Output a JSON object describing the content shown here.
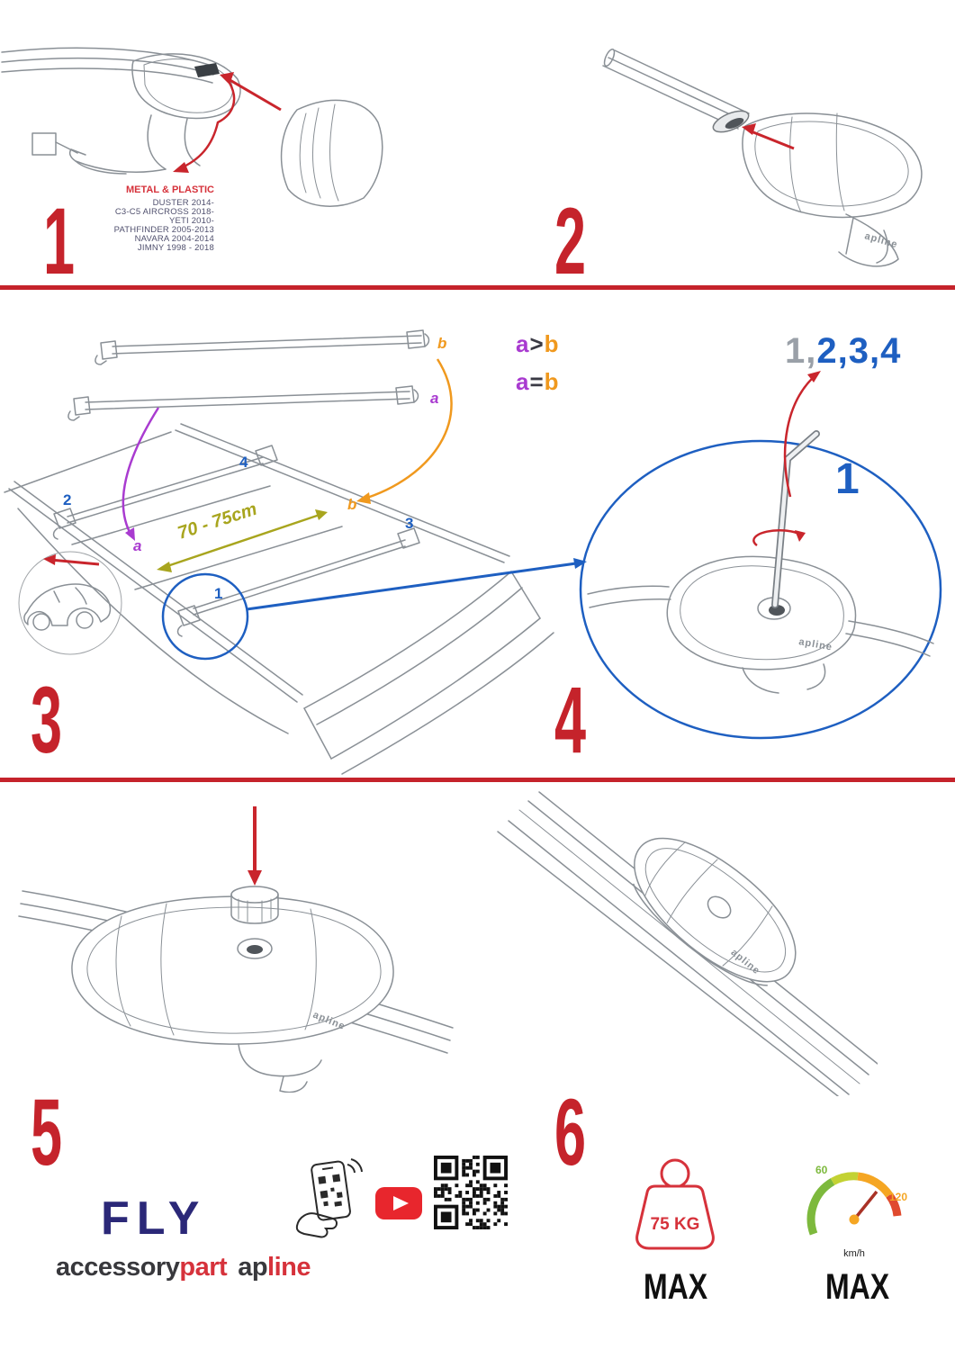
{
  "colors": {
    "accent_red": "#c5232b",
    "blue": "#1e5fc1",
    "purple": "#a93bd0",
    "orange": "#f0991e",
    "olive": "#a8a51e",
    "navy": "#2b2878",
    "green": "#7db93d",
    "brand_red": "#d6323b"
  },
  "step1": {
    "number": "1",
    "material_label": "METAL & PLASTIC",
    "models": [
      "DUSTER 2014-",
      "C3-C5 AIRCROSS 2018-",
      "YETI 2010-",
      "PATHFINDER 2005-2013",
      "NAVARA 2004-2014",
      "JIMNY 1998 - 2018"
    ]
  },
  "step2": {
    "number": "2",
    "clamp_logo": "apline"
  },
  "step3": {
    "number": "3",
    "bar_label_a": "a",
    "bar_label_b": "b",
    "roof_label_a": "a",
    "roof_label_b": "b",
    "bar_num_1": "1",
    "bar_num_2": "2",
    "bar_num_3": "3",
    "bar_num_4": "4",
    "measurement": "70 - 75cm",
    "cond1": {
      "left": "a",
      "op": ">",
      "right": "b"
    },
    "cond2": {
      "left": "a",
      "op": "=",
      "right": "b"
    }
  },
  "step4": {
    "number": "4",
    "sequence_gray": "1,",
    "sequence_blue": "2,3,4",
    "highlight_number": "1",
    "clamp_logo": "apline"
  },
  "step5": {
    "number": "5",
    "clamp_logo": "apline"
  },
  "step6": {
    "number": "6",
    "clamp_logo": "apline"
  },
  "footer": {
    "fly": "FLY",
    "brand": {
      "accessory": "accessory",
      "part": "part",
      "ap": "ap",
      "line": "line"
    },
    "weight": {
      "value": "75 KG",
      "max": "MAX"
    },
    "speed": {
      "low": "60",
      "high": "120",
      "unit": "km/h",
      "max": "MAX"
    }
  }
}
